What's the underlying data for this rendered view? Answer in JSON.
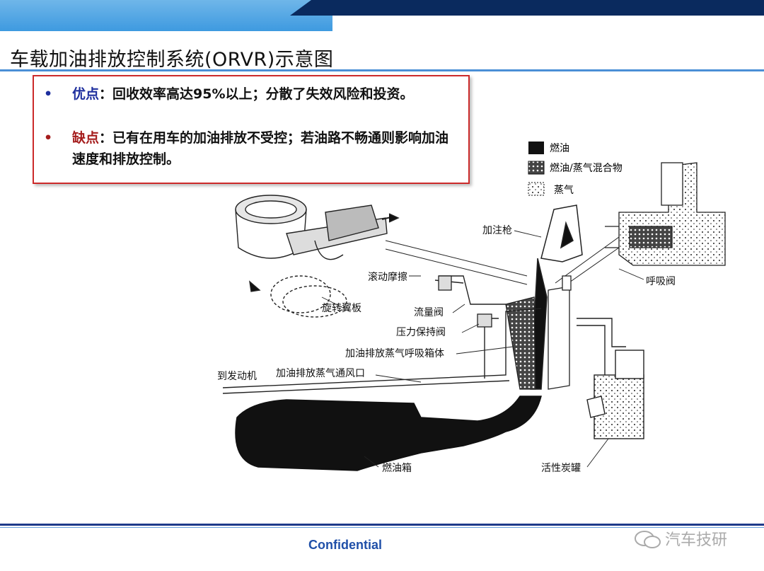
{
  "slide": {
    "title": "车载加油排放控制系统(ORVR)示意图",
    "bullets": [
      {
        "marker": "•",
        "key": "优点",
        "text": "：回收效率高达95%以上；分散了失效风险和投资。"
      },
      {
        "marker": "•",
        "key": "缺点",
        "text": "：已有在用车的加油排放不受控；若油路不畅通则影响加油速度和排放控制。"
      }
    ],
    "footer": "Confidential",
    "watermark": "汽车技研"
  },
  "diagram": {
    "legend": [
      "燃油",
      "燃油/蒸气混合物",
      "蒸气"
    ],
    "labels": {
      "nozzle": "加注枪",
      "breather": "呼吸阀",
      "rolling": "滚动摩擦",
      "flap": "旋转翼板",
      "flowvalve": "流量阀",
      "pressure": "压力保持阀",
      "chamber": "加油排放蒸气呼吸箱体",
      "engine": "到发动机",
      "vent": "加油排放蒸气通风口",
      "tank": "燃油箱",
      "canister": "活性炭罐"
    }
  },
  "colors": {
    "accent_blue": "#1e2f9e",
    "accent_red": "#a51d1d",
    "box_border": "#cc2a2a"
  }
}
